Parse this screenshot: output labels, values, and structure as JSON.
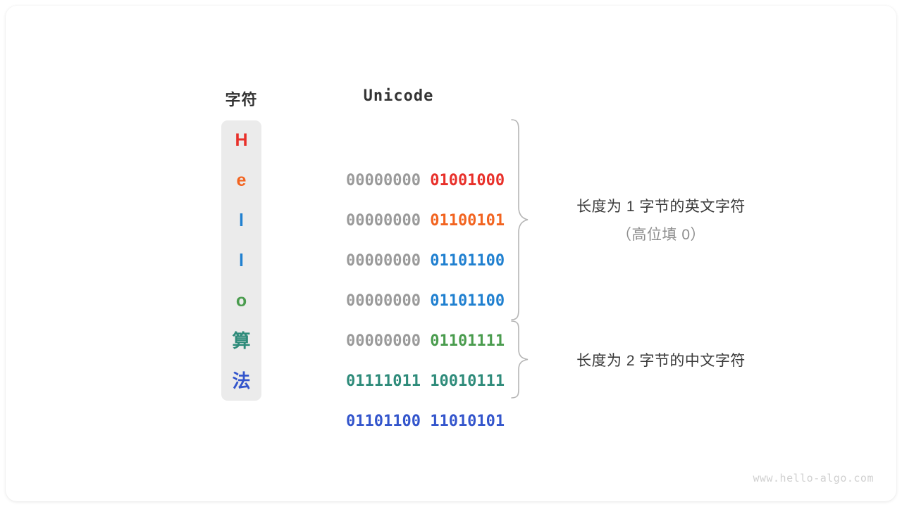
{
  "figure": {
    "title": "Unicode encoding of Hello 算法",
    "background_color": "#ffffff",
    "card_color": "#ffffff",
    "strip_color": "#ebebeb"
  },
  "headers": {
    "char": "字符",
    "unicode": "Unicode"
  },
  "rows": [
    {
      "char": "H",
      "char_color": "#e8302a",
      "high_byte": "00000000",
      "low_byte": "01001000",
      "low_color": "#e8302a"
    },
    {
      "char": "e",
      "char_color": "#f26420",
      "high_byte": "00000000",
      "low_byte": "01100101",
      "low_color": "#f26420"
    },
    {
      "char": "l",
      "char_color": "#2080d0",
      "high_byte": "00000000",
      "low_byte": "01101100",
      "low_color": "#2080d0"
    },
    {
      "char": "l",
      "char_color": "#2080d0",
      "high_byte": "00000000",
      "low_byte": "01101100",
      "low_color": "#2080d0"
    },
    {
      "char": "o",
      "char_color": "#4a9c4e",
      "high_byte": "00000000",
      "low_byte": "01101111",
      "low_color": "#4a9c4e"
    },
    {
      "char": "算",
      "char_color": "#2e8b7a",
      "high_byte": "01111011",
      "low_byte": "10010111",
      "low_color": "#2e8b7a",
      "high_color": "#2e8b7a"
    },
    {
      "char": "法",
      "char_color": "#3355cc",
      "high_byte": "01101100",
      "low_byte": "11010101",
      "low_color": "#3355cc",
      "high_color": "#3355cc"
    }
  ],
  "high_byte_padding_color": "#9a9a9a",
  "annotations": {
    "group_1": {
      "line1": "长度为 1 字节的英文字符",
      "line2": "（高位填 0）"
    },
    "group_2": {
      "line1": "长度为 2 字节的中文字符"
    }
  },
  "watermark": "www.hello-algo.com"
}
